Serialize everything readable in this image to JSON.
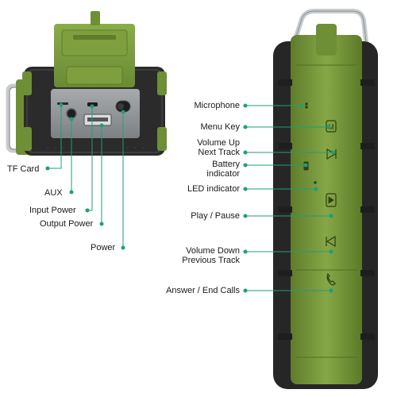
{
  "labels": {
    "left": {
      "tf_card": "TF Card",
      "aux": "AUX",
      "input_power": "Input Power",
      "output_power": "Output Power",
      "power": "Power"
    },
    "right": {
      "microphone": "Microphone",
      "menu_key": "Menu Key",
      "volume_up": "Volume Up",
      "next_track": "Next Track",
      "battery": "Battery",
      "indicator": "indicator",
      "led_indicator": "LED indicator",
      "play_pause": "Play / Pause",
      "volume_down": "Volume Down",
      "previous_track": "Previous Track",
      "answer_end_calls": "Answer / End Calls"
    }
  },
  "colors": {
    "accent_green": "#1f9e7a",
    "rubber_green": "#6e8f36",
    "rubber_green_light": "#88a948",
    "body_dark": "#2b2b2b",
    "panel_gray": "#8f9294"
  },
  "panel_glyphs": {
    "menu": "M"
  }
}
